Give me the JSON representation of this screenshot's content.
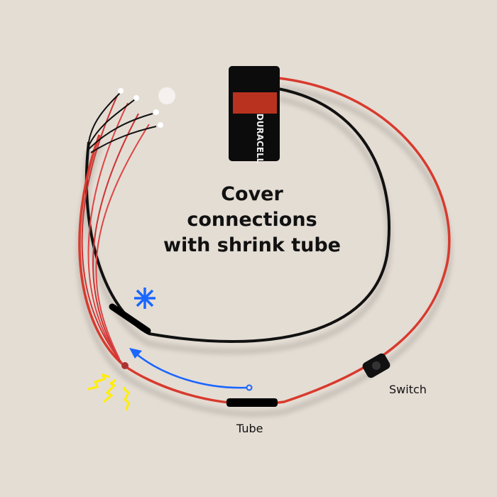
{
  "title": {
    "lines": [
      "Cover",
      "connections",
      "with shrink tube"
    ]
  },
  "labels": {
    "switch": "Switch",
    "tube": "Tube"
  },
  "battery": {
    "brand": "DURACELL"
  },
  "colors": {
    "background": "#e4ddd4",
    "red_wire": "#d83a2e",
    "black_wire": "#111111",
    "arrow": "#1a66ff",
    "spark": "#ffee00"
  },
  "icons": [
    "snowflake-asterisk-icon",
    "spark-icon",
    "arrow-icon"
  ]
}
